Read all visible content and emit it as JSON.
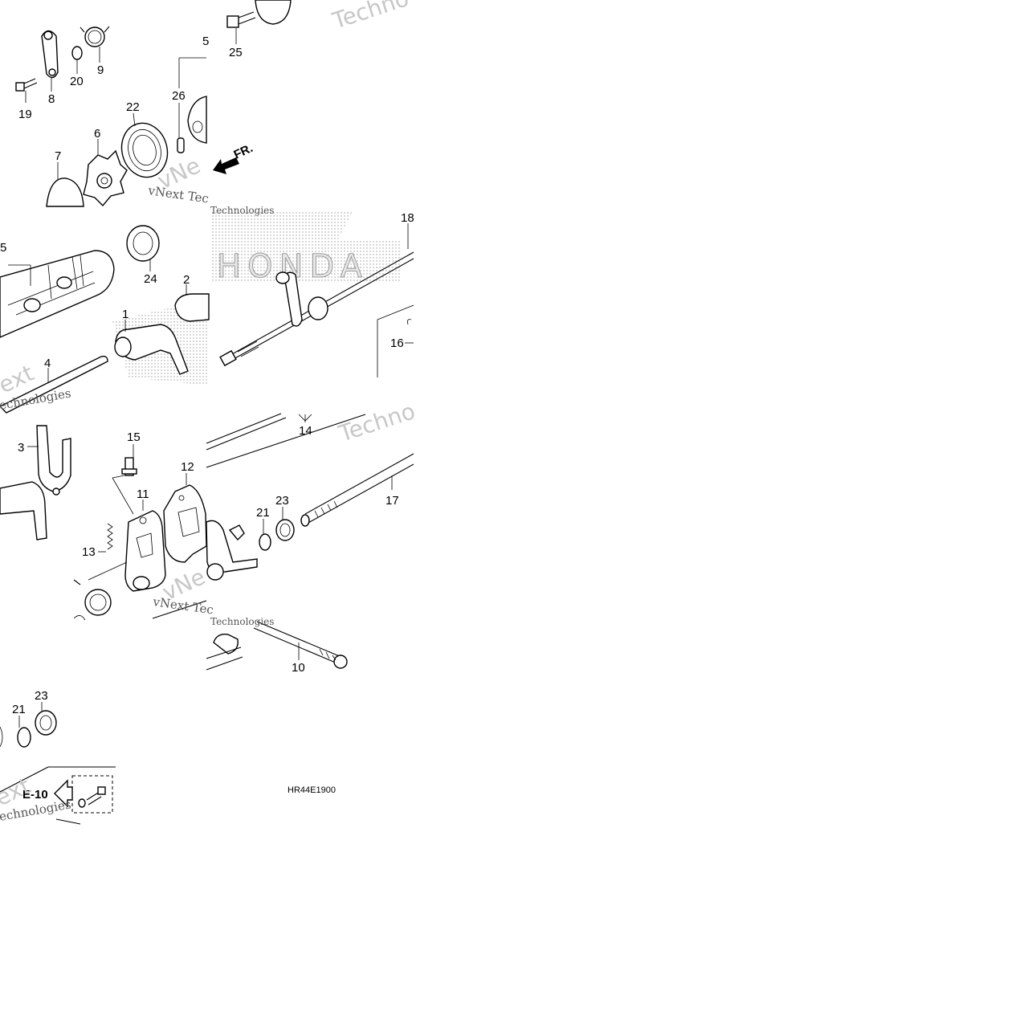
{
  "diagram": {
    "callouts": {
      "c1": "1",
      "c2": "2",
      "c3": "3",
      "c4": "4",
      "c5a": "5",
      "c5b": "5",
      "c6": "6",
      "c7": "7",
      "c8": "8",
      "c9": "9",
      "c10": "10",
      "c11": "11",
      "c12": "12",
      "c13": "13",
      "c14": "14",
      "c15": "15",
      "c16": "16",
      "c17": "17",
      "c18": "18",
      "c19": "19",
      "c20": "20",
      "c21a": "21",
      "c21b": "21",
      "c22": "22",
      "c23a": "23",
      "c23b": "23",
      "c24": "24",
      "c25": "25",
      "c26": "26"
    },
    "front_arrow_label": "FR.",
    "reference_label": "E-10",
    "drawing_code": "HR44E1900"
  },
  "watermarks": {
    "techno_1": "Techno",
    "techno_2": "Techno",
    "vnext_1": "vNext Tec",
    "vnext_2": "vNext Tec",
    "vnext_3": "vNe",
    "vnext_4": "vNe",
    "ext_1": "ext",
    "ext_2": "ext",
    "technologies_1": "echnologies",
    "technologies_2": "echnologies",
    "technologies_3": "Technologies",
    "technologies_4": "Technologies",
    "honda_logo": "HONDA"
  },
  "colors": {
    "ink": "#000000",
    "background": "#ffffff",
    "watermark": "#c8c8c8",
    "stipple": "#9a9a9a"
  }
}
